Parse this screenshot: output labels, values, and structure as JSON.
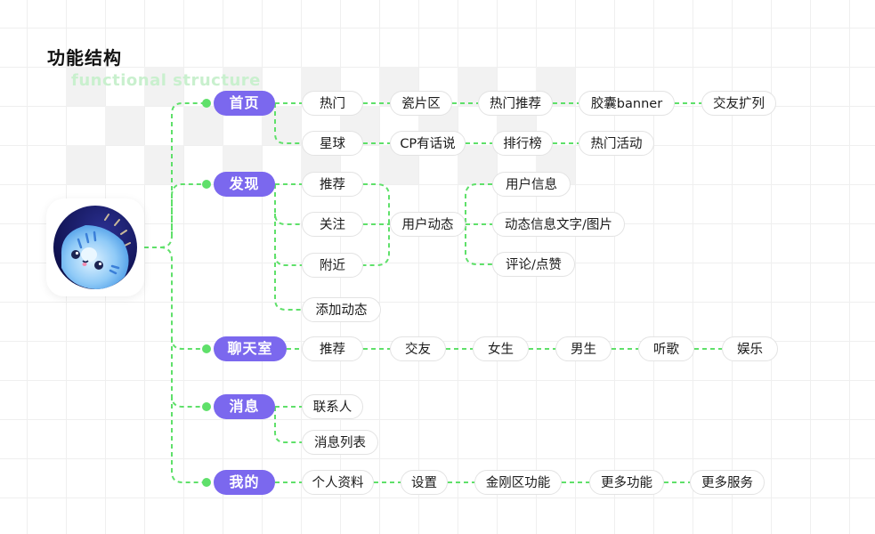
{
  "header": {
    "title": "功能结构",
    "subtitle": "functional structure"
  },
  "app_icon": {
    "name": "cat-app-icon"
  },
  "colors": {
    "accent_purple": "#7b68ee",
    "connector_green": "#5fe06a",
    "node_border": "#e3e3e3",
    "grid": "#efefef"
  },
  "tree": {
    "home": {
      "label": "首页",
      "row1": [
        "热门",
        "瓷片区",
        "热门推荐",
        "胶囊banner",
        "交友扩列"
      ],
      "row2": [
        "星球",
        "CP有话说",
        "排行榜",
        "热门活动"
      ]
    },
    "discover": {
      "label": "发现",
      "tabs": [
        "推荐",
        "关注",
        "附近"
      ],
      "add": "添加动态",
      "feed": "用户动态",
      "feed_items": [
        "用户信息",
        "动态信息文字/图片",
        "评论/点赞"
      ]
    },
    "chatroom": {
      "label": "聊天室",
      "items": [
        "推荐",
        "交友",
        "女生",
        "男生",
        "听歌",
        "娱乐"
      ]
    },
    "messages": {
      "label": "消息",
      "items": [
        "联系人",
        "消息列表"
      ]
    },
    "mine": {
      "label": "我的",
      "items": [
        "个人资料",
        "设置",
        "金刚区功能",
        "更多功能",
        "更多服务"
      ]
    }
  }
}
